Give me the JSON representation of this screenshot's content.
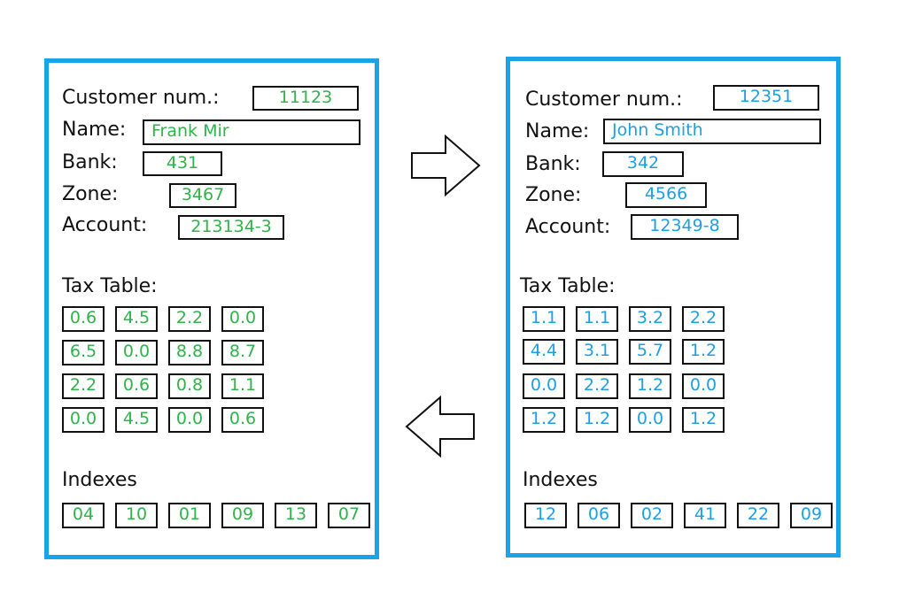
{
  "colors": {
    "frame": "#1aa3e8",
    "left_values": "#2fb34a",
    "right_values": "#1e9fe3",
    "label": "#111111"
  },
  "labels": {
    "customer_num": "Customer num.:",
    "name": "Name:",
    "bank": "Bank:",
    "zone": "Zone:",
    "account": "Account:",
    "tax_table": "Tax Table:",
    "indexes": "Indexes"
  },
  "left": {
    "customer_num": "11123",
    "name": "Frank Mir",
    "bank": "431",
    "zone": "3467",
    "account": "213134-3",
    "tax_table": [
      [
        "0.6",
        "4.5",
        "2.2",
        "0.0"
      ],
      [
        "6.5",
        "0.0",
        "8.8",
        "8.7"
      ],
      [
        "2.2",
        "0.6",
        "0.8",
        "1.1"
      ],
      [
        "0.0",
        "4.5",
        "0.0",
        "0.6"
      ]
    ],
    "indexes": [
      "04",
      "10",
      "01",
      "09",
      "13",
      "07"
    ]
  },
  "right": {
    "customer_num": "12351",
    "name": "John Smith",
    "bank": "342",
    "zone": "4566",
    "account": "12349-8",
    "tax_table": [
      [
        "1.1",
        "1.1",
        "3.2",
        "2.2"
      ],
      [
        "4.4",
        "3.1",
        "5.7",
        "1.2"
      ],
      [
        "0.0",
        "2.2",
        "1.2",
        "0.0"
      ],
      [
        "1.2",
        "1.2",
        "0.0",
        "1.2"
      ]
    ],
    "indexes": [
      "12",
      "06",
      "02",
      "41",
      "22",
      "09"
    ]
  },
  "arrows": {
    "top": "right-arrow-icon",
    "bottom": "left-arrow-icon"
  }
}
